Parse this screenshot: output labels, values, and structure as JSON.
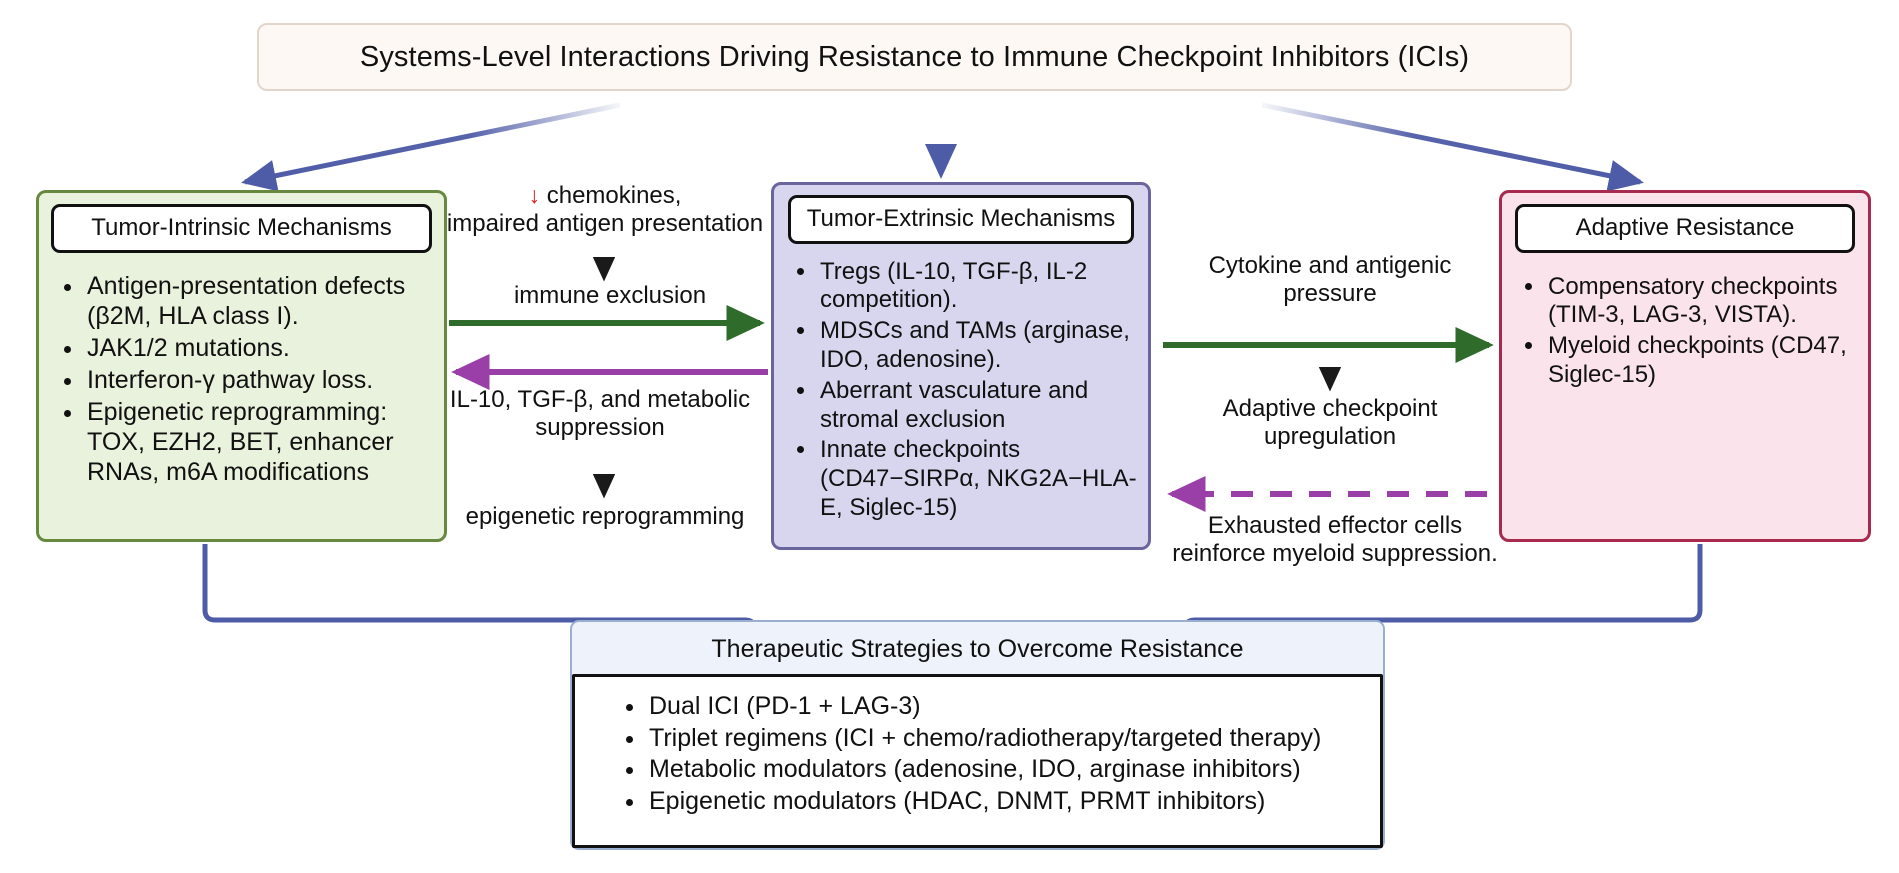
{
  "title": {
    "text": "Systems-Level Interactions Driving Resistance to Immune Checkpoint Inhibitors (ICIs)"
  },
  "panels": {
    "intrinsic": {
      "header": "Tumor-Intrinsic Mechanisms",
      "items": [
        "Antigen-presentation defects (β2M, HLA class I).",
        "JAK1/2 mutations.",
        "Interferon-γ pathway loss.",
        "Epigenetic reprogramming: TOX, EZH2, BET, enhancer RNAs, m6A modifications"
      ],
      "fill": "#e9f2dc",
      "border": "#67893f"
    },
    "extrinsic": {
      "header": "Tumor-Extrinsic Mechanisms",
      "items": [
        "Tregs (IL-10, TGF-β, IL-2 competition).",
        "MDSCs and TAMs (arginase, IDO, adenosine).",
        "Aberrant vasculature and stromal exclusion",
        "Innate checkpoints (CD47−SIRPα, NKG2A−HLA-E, Siglec-15)"
      ],
      "fill": "#d8d6ee",
      "border": "#6a649f"
    },
    "adaptive": {
      "header": "Adaptive Resistance",
      "items": [
        "Compensatory checkpoints (TIM-3, LAG-3, VISTA).",
        "Myeloid checkpoints (CD47, Siglec-15)"
      ],
      "fill": "#fbe3ec",
      "border": "#a82a4f"
    },
    "therapy": {
      "header": "Therapeutic Strategies to Overcome Resistance",
      "items": [
        "Dual ICI (PD-1 + LAG-3)",
        "Triplet regimens (ICI + chemo/radiotherapy/targeted therapy)",
        "Metabolic modulators (adenosine, IDO, arginase inhibitors)",
        "Epigenetic modulators (HDAC, DNMT, PRMT inhibitors)"
      ],
      "fill": "#eef3fb",
      "border": "#9aaed0"
    }
  },
  "captions": {
    "chemokines_arrow": "↓",
    "chemokines": " chemokines,\nimpaired antigen presentation",
    "immune_exclusion": "immune exclusion",
    "il10_suppression": "IL-10, TGF-β, and metabolic\nsuppression",
    "epigenetic_reprogramming": "epigenetic reprogramming",
    "cytokine_pressure": "Cytokine and antigenic\npressure",
    "adaptive_upregulation": "Adaptive checkpoint\nupregulation",
    "exhausted_effector": "Exhausted effector cells\nreinforce myeloid suppression."
  },
  "colors": {
    "blue_arrow": "#4e5ba6",
    "green_arrow": "#2f6b2a",
    "purple_arrow": "#9b3fa8",
    "black_arrow": "#1a1a1a",
    "red_down_arrow": "#d92121"
  }
}
